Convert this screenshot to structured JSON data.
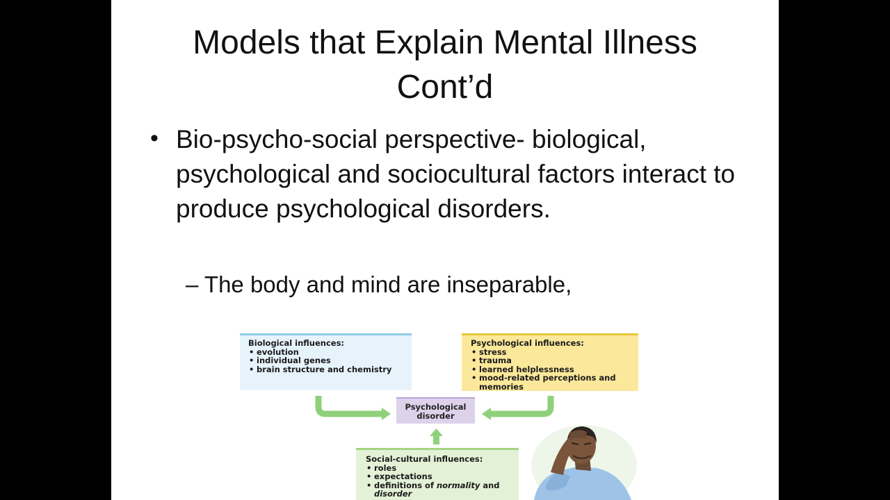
{
  "slide": {
    "title_line1": "Models that Explain Mental Illness",
    "title_line2": "Cont’d",
    "bullet_symbol": "•",
    "bullet_text": "Bio-psycho-social perspective- biological, psychological and sociocultural factors interact to produce psychological disorders.",
    "sub_text": "– The body and mind are inseparable,"
  },
  "diagram": {
    "biological": {
      "heading": "Biological influences:",
      "items": [
        "evolution",
        "individual genes",
        "brain structure and chemistry"
      ]
    },
    "psychological": {
      "heading": "Psychological influences:",
      "items": [
        "stress",
        "trauma",
        "learned helplessness",
        "mood-related perceptions and memories"
      ]
    },
    "social": {
      "heading": "Social-cultural influences:",
      "items": [
        "roles",
        "expectations"
      ],
      "last_item_prefix": "definitions of ",
      "last_item_em1": "normality",
      "last_item_mid": " and ",
      "last_item_em2": "disorder"
    },
    "center_line1": "Psychological",
    "center_line2": "disorder"
  },
  "colors": {
    "bio_bg": "#e6f3fb",
    "psy_bg": "#fbe89b",
    "soc_bg": "#e3f2d7",
    "center_bg": "#ddd2ea",
    "arrow": "#8fd17a"
  }
}
